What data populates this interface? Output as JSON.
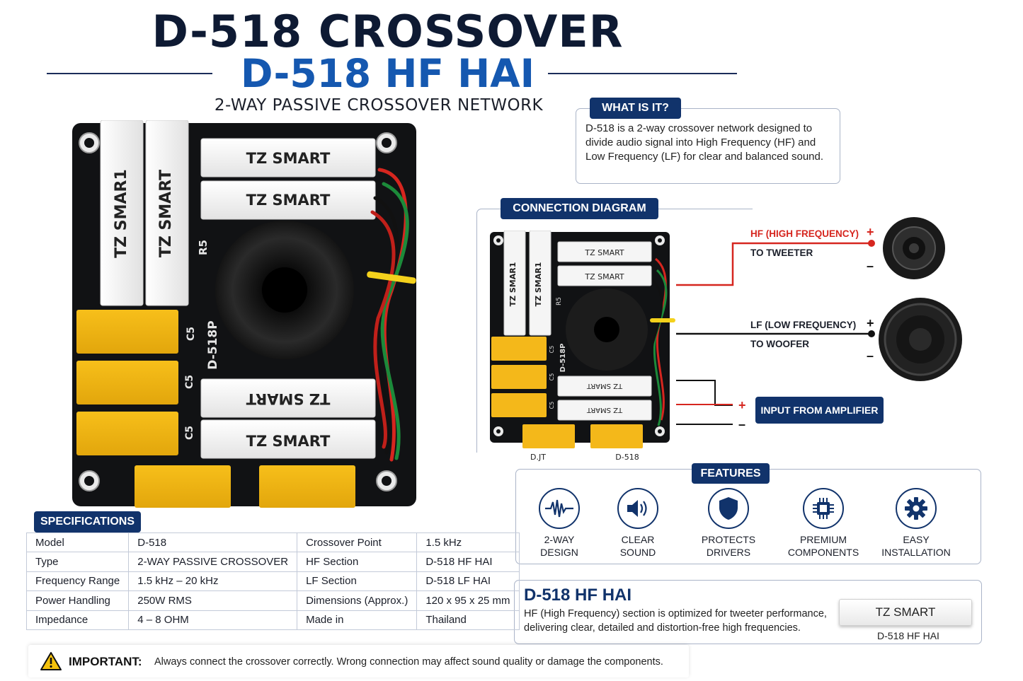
{
  "header": {
    "title": "D-518 CROSSOVER",
    "subtitle": "D-518 HF HAI",
    "tagline": "2-WAY PASSIVE CROSSOVER NETWORK"
  },
  "board": {
    "resistor_label": "TZ SMART",
    "resistor_label_alt": "TZ SMAR1",
    "resistor_label_flipped": "TZ SMART",
    "r_marking": "R5",
    "c_marking": "C5",
    "model_marking": "D-518P"
  },
  "what_is_it": {
    "heading": "WHAT IS IT?",
    "text": "D-518 is a 2-way crossover network designed to divide audio signal into High Frequency (HF) and Low Frequency (LF) for clear and balanced sound."
  },
  "connection": {
    "heading": "CONNECTION DIAGRAM",
    "hf_label": "HF (HIGH FREQUENCY)",
    "hf_target": "TO TWEETER",
    "lf_label": "LF (LOW FREQUENCY)",
    "lf_target": "TO WOOFER",
    "input_label": "INPUT FROM AMPLIFIER",
    "plus": "+",
    "minus": "–",
    "small_resistor_label": "TZ SMART",
    "small_resistor_side": "TZ SMAR1",
    "small_r": "R5",
    "small_c": "C5",
    "small_model": "D-518P",
    "cap_label_left": "D.JT",
    "cap_label_right": "D-518",
    "colors": {
      "hf_wire": "#d6261f",
      "lf_wire": "#111111",
      "accent": "#11336b"
    }
  },
  "features": {
    "heading": "FEATURES",
    "items": [
      {
        "icon": "waveform-icon",
        "line1": "2-WAY",
        "line2": "DESIGN"
      },
      {
        "icon": "speaker-icon",
        "line1": "CLEAR",
        "line2": "SOUND"
      },
      {
        "icon": "shield-icon",
        "line1": "PROTECTS",
        "line2": "DRIVERS"
      },
      {
        "icon": "chip-icon",
        "line1": "PREMIUM",
        "line2": "COMPONENTS"
      },
      {
        "icon": "gear-icon",
        "line1": "EASY",
        "line2": "INSTALLATION"
      }
    ]
  },
  "hf_section": {
    "title": "D-518 HF HAI",
    "text": "HF (High Frequency) section is optimized for tweeter performance, delivering clear, detailed and distortion-free high frequencies.",
    "chip_label": "TZ SMART",
    "chip_caption": "D-518 HF HAI"
  },
  "specs": {
    "heading": "SPECIFICATIONS",
    "rows": [
      [
        "Model",
        "D-518",
        "Crossover Point",
        "1.5 kHz"
      ],
      [
        "Type",
        "2-WAY PASSIVE CROSSOVER",
        "HF Section",
        "D-518 HF HAI"
      ],
      [
        "Frequency Range",
        "1.5 kHz – 20 kHz",
        "LF Section",
        "D-518 LF HAI"
      ],
      [
        "Power Handling",
        "250W RMS",
        "Dimensions (Approx.)",
        "120 x 95 x 25 mm"
      ],
      [
        "Impedance",
        "4 – 8 OHM",
        "Made in",
        "Thailand"
      ]
    ]
  },
  "important": {
    "label": "IMPORTANT:",
    "text": "Always connect the crossover correctly.  Wrong connection may affect sound quality or damage the components."
  }
}
